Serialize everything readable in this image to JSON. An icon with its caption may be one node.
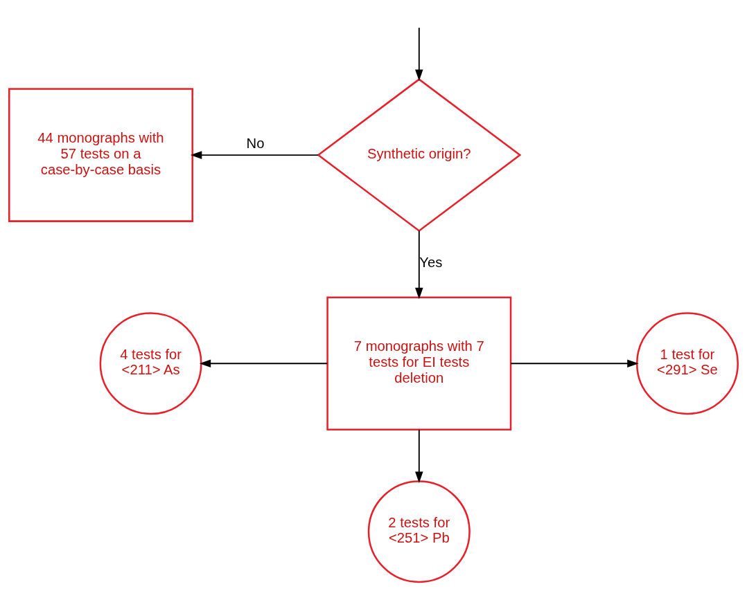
{
  "diagram": {
    "nodes": [
      {
        "text": [
          "Synthetic origin?"
        ]
      },
      {
        "text": [
          "44 monographs with 57 tests on a case-by-case basis"
        ]
      },
      {
        "text": [
          "7 monographs with 7 tests for EI tests deletion"
        ]
      },
      {
        "text": [
          "4 tests for <211> As"
        ]
      },
      {
        "text": [
          "1 test for <291> Se"
        ]
      },
      {
        "text": [
          "2 tests for <251> Pb"
        ]
      }
    ],
    "edges": [
      {
        "from": null,
        "to": 0,
        "arrow": "to"
      },
      {
        "from": 0,
        "to": 1,
        "arrow": "to",
        "label": "No"
      },
      {
        "from": 0,
        "to": 2,
        "arrow": "to",
        "label": "Yes"
      },
      {
        "from": 2,
        "to": 3,
        "arrow": "to"
      },
      {
        "from": 2,
        "to": 4,
        "arrow": "to"
      },
      {
        "from": 2,
        "to": 5,
        "arrow": "to"
      }
    ]
  }
}
